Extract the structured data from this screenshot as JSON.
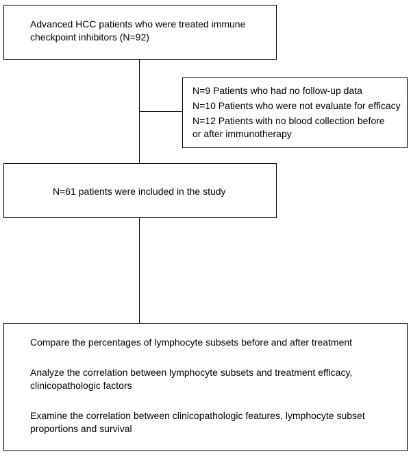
{
  "flowchart": {
    "box1": {
      "lines": [
        "Advanced HCC patients who were treated immune",
        "checkpoint inhibitors (N=92)"
      ]
    },
    "exclusion": {
      "lines": [
        "N=9 Patients who  had no follow-up data",
        "N=10 Patients who were not evaluate for efficacy",
        "N=12 Patients with no blood collection before",
        "or after immunotherapy"
      ]
    },
    "box2": {
      "text": "N=61 patients were included in the study"
    },
    "box3": {
      "item1": "Compare the percentages of  lymphocyte subsets before and after treatment",
      "item2": [
        "Analyze the correlation between lymphocyte subsets and treatment efficacy,",
        "clinicopathologic factors"
      ],
      "item3": [
        "Examine the correlation between clinicopathologic features, lymphocyte subset",
        "proportions and survival"
      ]
    }
  }
}
